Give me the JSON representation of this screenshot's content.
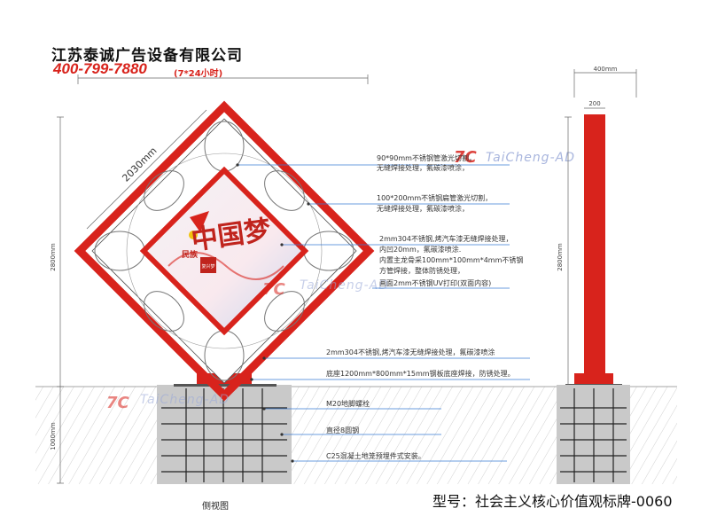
{
  "header": {
    "company": "江苏泰诚广告设备有限公司",
    "phone": "400-799-7880",
    "hours": "(7*24小时)"
  },
  "dimensions": {
    "width_side": "2030mm",
    "height_left": "2800mm",
    "height_right": "2800mm",
    "foundation_depth": "1000mm",
    "pole_width_top": "400mm",
    "pole_width_inner": "200"
  },
  "watermark": {
    "brand": "TaiCheng-AD"
  },
  "sign_panel": {
    "slogan": "中国梦",
    "small_left": "民族",
    "small_seal": "复兴梦"
  },
  "annotations": [
    "90*90mm不锈钢管激光切割，",
    "无缝焊接处理，氟碳漆喷涂，",
    "100*200mm不锈钢扁管激光切割，",
    "无缝焊接处理，氟碳漆喷涂，",
    "2mm304不锈钢,烤汽车漆无缝焊接处理，",
    "内凹20mm，氟碳漆喷涂.",
    "内置主龙骨采100mm*100mm*4mm不锈钢",
    "方管焊接，整体防锈处理，",
    "画面2mm不锈钢UV打印(双面内容)",
    "2mm304不锈钢,烤汽车漆无缝焊接处理，氟碳漆喷涂",
    "底座1200mm*800mm*15mm钢板底座焊接，防锈处理。",
    "M20地脚螺栓",
    "直径8圆钢",
    "C25混凝土地笼预埋件式安装。"
  ],
  "captions": {
    "side_view": "侧视图",
    "model_label": "型号：社会主义核心价值观标牌-0060"
  },
  "colors": {
    "frame_red": "#d8231c",
    "concrete": "#c8c8c8",
    "leader_blue": "#3a7bd5"
  }
}
